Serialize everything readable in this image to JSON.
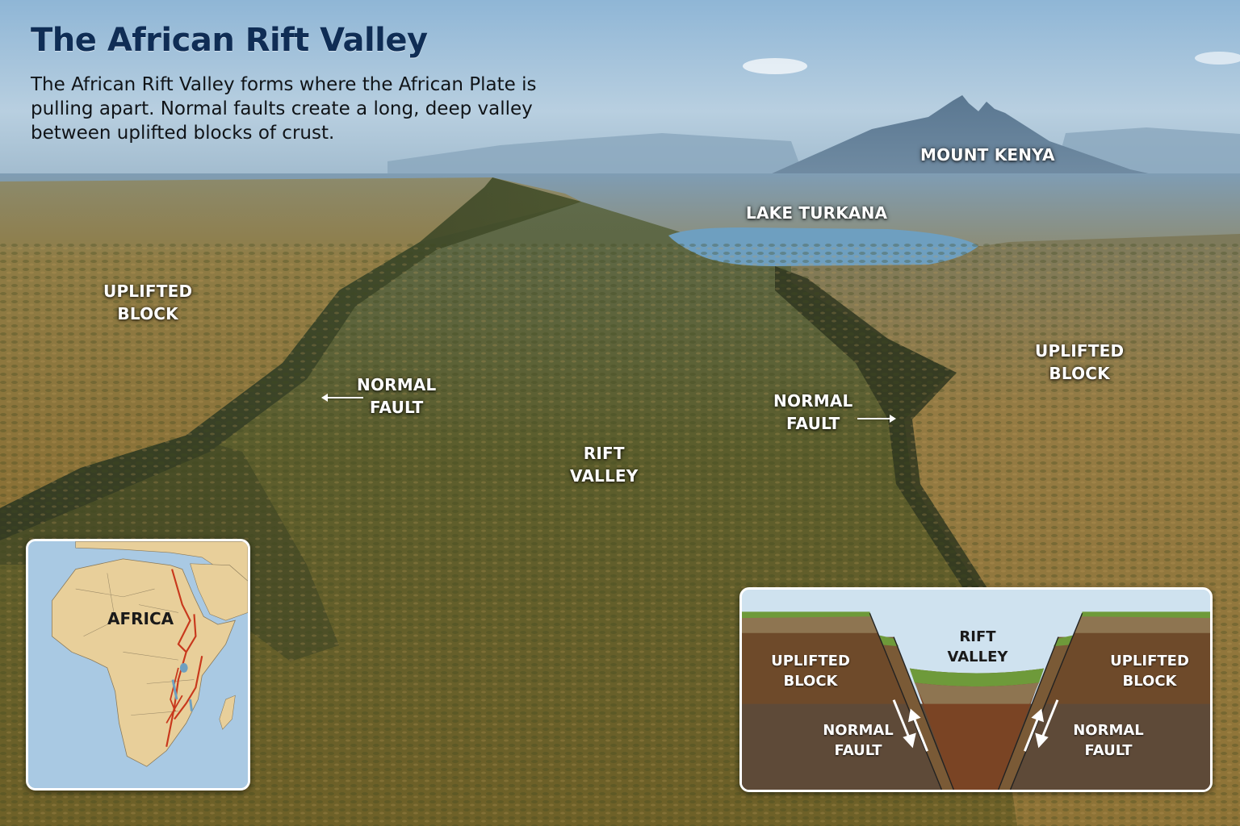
{
  "header": {
    "title": "The African Rift Valley",
    "description": "The African Rift Valley forms where the African Plate is pulling apart. Normal faults create a long, deep valley between uplifted blocks of crust."
  },
  "photo_labels": {
    "mount_kenya": "MOUNT KENYA",
    "lake_turkana": "LAKE TURKANA",
    "uplifted_block_left": [
      "UPLIFTED",
      "BLOCK"
    ],
    "uplifted_block_right": [
      "UPLIFTED",
      "BLOCK"
    ],
    "normal_fault_left": [
      "NORMAL",
      "FAULT"
    ],
    "normal_fault_right": [
      "NORMAL",
      "FAULT"
    ],
    "rift_valley": [
      "RIFT",
      "VALLEY"
    ]
  },
  "inset_map": {
    "label": "AFRICA",
    "rift_line_color": "#c8381c",
    "land_color": "#e8cf9a",
    "water_color": "#a9c9e3"
  },
  "inset_cross_section": {
    "center_label": [
      "RIFT",
      "VALLEY"
    ],
    "left_block": [
      "UPLIFTED",
      "BLOCK"
    ],
    "right_block": [
      "UPLIFTED",
      "BLOCK"
    ],
    "left_fault": [
      "NORMAL",
      "FAULT"
    ],
    "right_fault": [
      "NORMAL",
      "FAULT"
    ]
  },
  "colors": {
    "title": "#0f2d55",
    "sky": "#a9c6de",
    "terrain_tan": "#9a8040",
    "terrain_green": "#4a5a22",
    "lake": "#6e9fc0"
  }
}
